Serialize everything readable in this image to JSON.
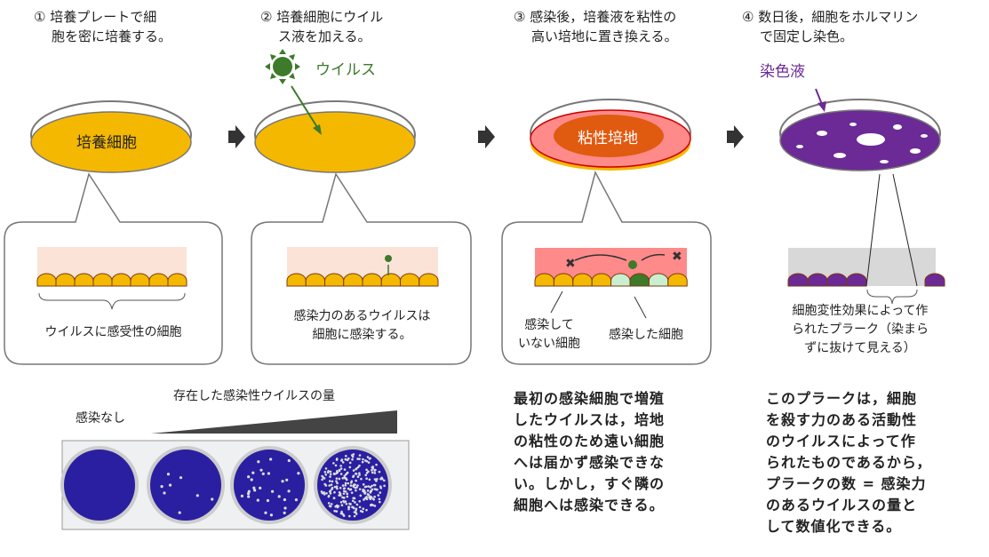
{
  "steps": [
    {
      "number": "①",
      "line1": "培養プレートで細",
      "line2": "胞を密に培養する。"
    },
    {
      "number": "②",
      "line1": "培養細胞にウイル",
      "line2": "ス液を加える。"
    },
    {
      "number": "③",
      "line1": "感染後，培養液を粘性の",
      "line2": "高い培地に置き換える。"
    },
    {
      "number": "④",
      "line1": "数日後，細胞をホルマリン",
      "line2": "で固定し染色。"
    }
  ],
  "dish_labels": {
    "dish1": "培養細胞",
    "dish3": "粘性培地"
  },
  "virus_label": "ウイルス",
  "stain_label": "染色液",
  "callouts": {
    "box1": "ウイルスに感受性の細胞",
    "box2": {
      "line1": "感染力のあるウイルスは",
      "line2": "細胞に感染する。"
    },
    "box3": {
      "uninfected_line1": "感染して",
      "uninfected_line2": "いない細胞",
      "infected": "感染した細胞"
    },
    "panel4": {
      "line1": "細胞変性効果によって作",
      "line2": "られたプラーク（染まら",
      "line3": "ずに抜けて見える）"
    }
  },
  "plate": {
    "amount_label": "存在した感染性ウイルスの量",
    "no_infection_label": "感染なし"
  },
  "paragraphs": {
    "left": [
      "最初の感染細胞で増殖",
      "したウイルスは，培地",
      "の粘性のため遠い細胞",
      "へは届かず感染できな",
      "い。しかし，すぐ隣の",
      "細胞へは感染できる。"
    ],
    "right": [
      "このプラークは，細胞",
      "を殺す力のある活動性",
      "のウイルスによって作",
      "られたものであるから，",
      "プラークの数 = 感染力",
      "のあるウイルスの量と",
      "して数値化できる。"
    ]
  },
  "colors": {
    "cells": "#f5b800",
    "virus": "#3d7a2a",
    "viscous_medium": "#e05a10",
    "stain": "#6b2a96",
    "plate_stain": "#2a1fa0",
    "medium_pink": "#ff8a8a",
    "medium_light": "#fbe3d8"
  }
}
